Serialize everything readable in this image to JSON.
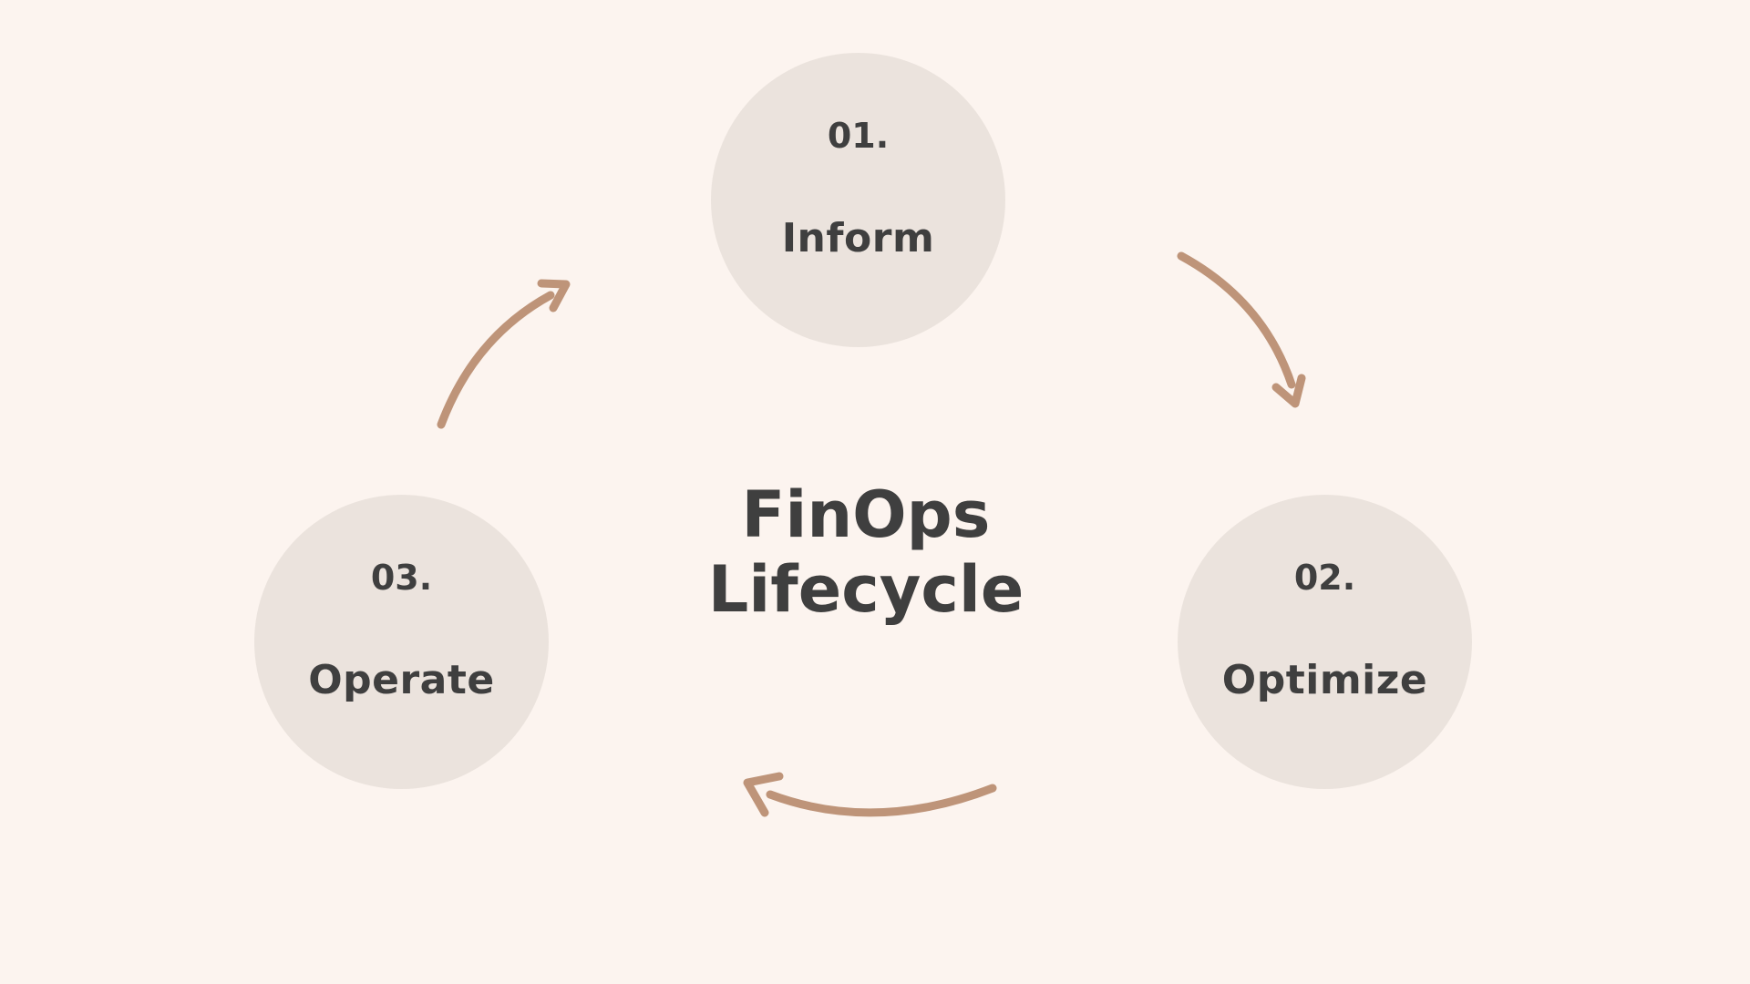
{
  "title": {
    "line1": "FinOps",
    "line2": "Lifecycle"
  },
  "stages": [
    {
      "number": "01.",
      "label": "Inform"
    },
    {
      "number": "02.",
      "label": "Optimize"
    },
    {
      "number": "03.",
      "label": "Operate"
    }
  ],
  "colors": {
    "background": "#FCF4EF",
    "circle_fill": "#EBE3DD",
    "arrow": "#BE9479",
    "text": "#3F3F3F"
  },
  "icons": {
    "arrow_inform_to_optimize": "curved-arrow-icon",
    "arrow_optimize_to_operate": "curved-arrow-icon",
    "arrow_operate_to_inform": "curved-arrow-icon"
  }
}
